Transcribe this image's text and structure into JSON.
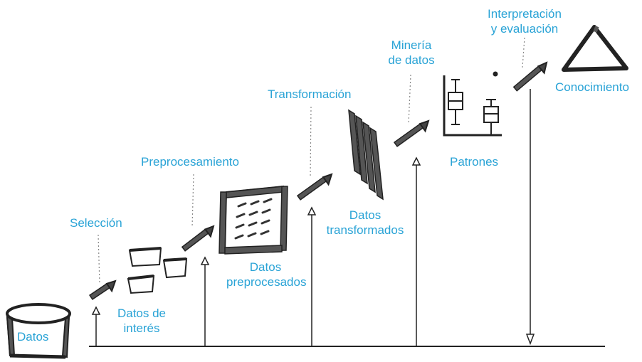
{
  "diagram": {
    "colors": {
      "label": "#29a3d6",
      "ink": "#222222",
      "fill": "#555555",
      "box_fill": "#ffffff"
    },
    "stages": {
      "datos": {
        "label": "Datos"
      },
      "seleccion": {
        "label": "Selección"
      },
      "datos_de_interes": {
        "line1": "Datos de",
        "line2": "interés"
      },
      "preprocesamiento": {
        "label": "Preprocesamiento"
      },
      "datos_preprocesados": {
        "line1": "Datos",
        "line2": "preprocesados"
      },
      "transformacion": {
        "label": "Transformación"
      },
      "datos_transformados": {
        "line1": "Datos",
        "line2": "transformados"
      },
      "mineria_de_datos": {
        "line1": "Minería",
        "line2": "de datos"
      },
      "patrones": {
        "label": "Patrones"
      },
      "interpretacion_y_evaluacion": {
        "line1": "Interpretación",
        "line2": "y evaluación"
      },
      "conocimiento": {
        "label": "Conocimiento"
      }
    }
  }
}
